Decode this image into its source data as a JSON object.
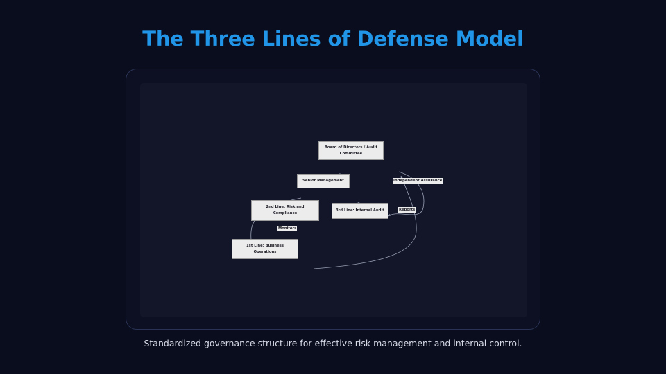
{
  "title": "The Three Lines of Defense Model",
  "caption": "Standardized governance structure for effective risk management and internal control.",
  "colors": {
    "background": "#0a0d1d",
    "title_accent": "#2196e8",
    "card_background": "#0d1023",
    "card_border": "#2a3355",
    "panel_background": "#131629",
    "node_fill": "#ececec",
    "node_border": "#9c9c9c",
    "node_text": "#1d1d26",
    "edge_stroke": "#9aa0b4",
    "caption_text": "#d7dbe8"
  },
  "diagram": {
    "type": "flowchart",
    "nodes": [
      {
        "id": "board",
        "label_line1": "Board of Directors / Audit",
        "label_line2": "Committee"
      },
      {
        "id": "senior",
        "label_line1": "Senior Management",
        "label_line2": ""
      },
      {
        "id": "line2",
        "label_line1": "2nd Line: Risk and",
        "label_line2": "Compliance"
      },
      {
        "id": "line3",
        "label_line1": "3rd Line: Internal Audit",
        "label_line2": ""
      },
      {
        "id": "line1",
        "label_line1": "1st Line: Business",
        "label_line2": "Operations"
      }
    ],
    "edges": [
      {
        "from": "board",
        "to": "senior",
        "label": ""
      },
      {
        "from": "board",
        "to": "line3",
        "label": "Independent Assurance"
      },
      {
        "from": "senior",
        "to": "line2",
        "label": ""
      },
      {
        "from": "senior",
        "to": "line3",
        "label": ""
      },
      {
        "from": "senior",
        "to": "line1",
        "label": ""
      },
      {
        "from": "line2",
        "to": "line1",
        "label": "Monitors"
      },
      {
        "from": "line1",
        "to": "board",
        "label": "Reports"
      }
    ]
  }
}
